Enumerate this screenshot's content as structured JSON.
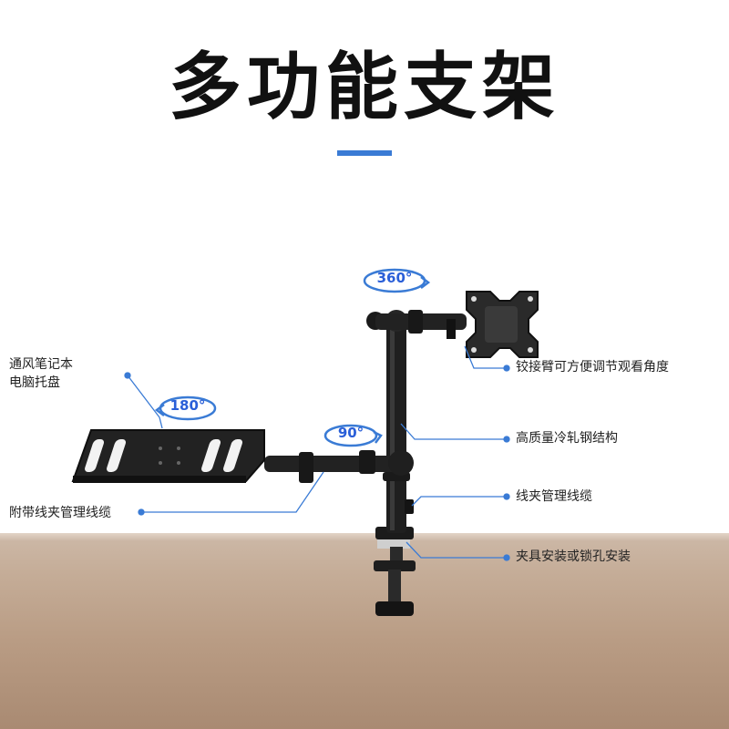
{
  "title": "多功能支架",
  "accent_color": "#3a7bd5",
  "rotations": {
    "monitor_swivel": "360°",
    "tray_swivel": "180°",
    "arm_swivel": "90°"
  },
  "callouts": {
    "laptop_tray_line1": "通风笔记本",
    "laptop_tray_line2": "电脑托盘",
    "hinge_arm": "铰接臂可方便调节观看角度",
    "steel": "高质量冷轧钢结构",
    "cable_clip_right": "线夹管理线缆",
    "cable_clip_left": "附带线夹管理线缆",
    "mount": "夹具安装或锁孔安装"
  }
}
